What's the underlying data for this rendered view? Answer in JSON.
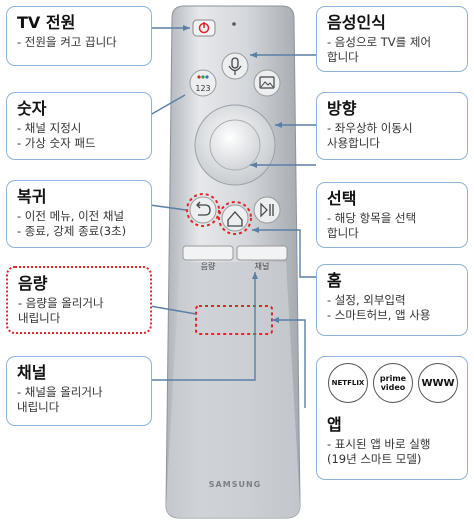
{
  "callouts": {
    "power": {
      "title": "TV 전원",
      "desc": "- 전원을 켜고 끕니다"
    },
    "number": {
      "title": "숫자",
      "desc": "- 채널 지정시\n- 가상 숫자 패드"
    },
    "back": {
      "title": "복귀",
      "desc": "- 이전 메뉴, 이전 채널\n- 종료, 강제 종료(3초)"
    },
    "volume": {
      "title": "음량",
      "desc": "- 음량을 올리거나\n  내립니다"
    },
    "channel": {
      "title": "채널",
      "desc": "- 채널을 올리거나\n  내립니다"
    },
    "voice": {
      "title": "음성인식",
      "desc": "- 음성으로 TV를 제어\n  합니다"
    },
    "direction": {
      "title": "방향",
      "desc": "- 좌우상하 이동시\n  사용합니다"
    },
    "select": {
      "title": "선택",
      "desc": "- 해당 항목을 선택\n  합니다"
    },
    "home": {
      "title": "홈",
      "desc": "- 설정, 외부입력\n- 스마트허브, 앱 사용"
    },
    "apps": {
      "title": "앱",
      "desc": "- 표시된 앱 바로 실행\n(19년 스마트 모델)"
    }
  },
  "remote": {
    "number_label": "123",
    "volume_label": "음량",
    "channel_label": "채널",
    "brand": "SAMSUNG"
  },
  "apps": {
    "netflix": "NETFLIX",
    "prime": "prime video",
    "www": "WWW"
  },
  "colors": {
    "callout_border": "#8fb3d9",
    "highlight": "#e0262b",
    "remote_body": "#cfd3d8"
  }
}
